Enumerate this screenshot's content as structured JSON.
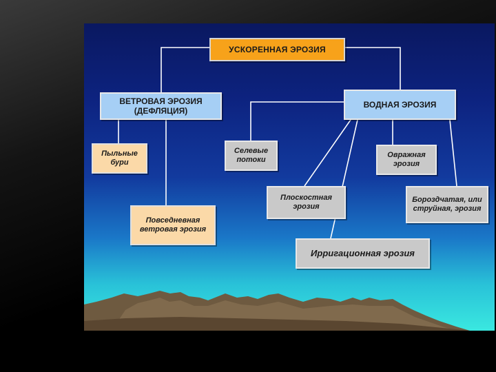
{
  "title": "УСКОРЕННАЯ ЭРОЗИЯ",
  "wind": {
    "label": "ВЕТРОВАЯ ЭРОЗИЯ (ДЕФЛЯЦИЯ)",
    "children": {
      "dust_storms": "Пыльные бури",
      "everyday": "Повседневная ветровая эрозия"
    }
  },
  "water": {
    "label": "ВОДНАЯ ЭРОЗИЯ",
    "children": {
      "mudflows": "Селевые потоки",
      "ravine": "Овражная эрозия",
      "sheet": "Плоскостная эрозия",
      "rill": "Бороздчатая, или струйная, эрозия",
      "irrigation": "Ирригационная эрозия"
    }
  },
  "colors": {
    "root_fill": "#f7a21a",
    "level1_fill": "#a6cff5",
    "wind_children_fill": "#fbd9a8",
    "water_children_fill": "#c9c9c9",
    "connector": "#ffffff"
  }
}
